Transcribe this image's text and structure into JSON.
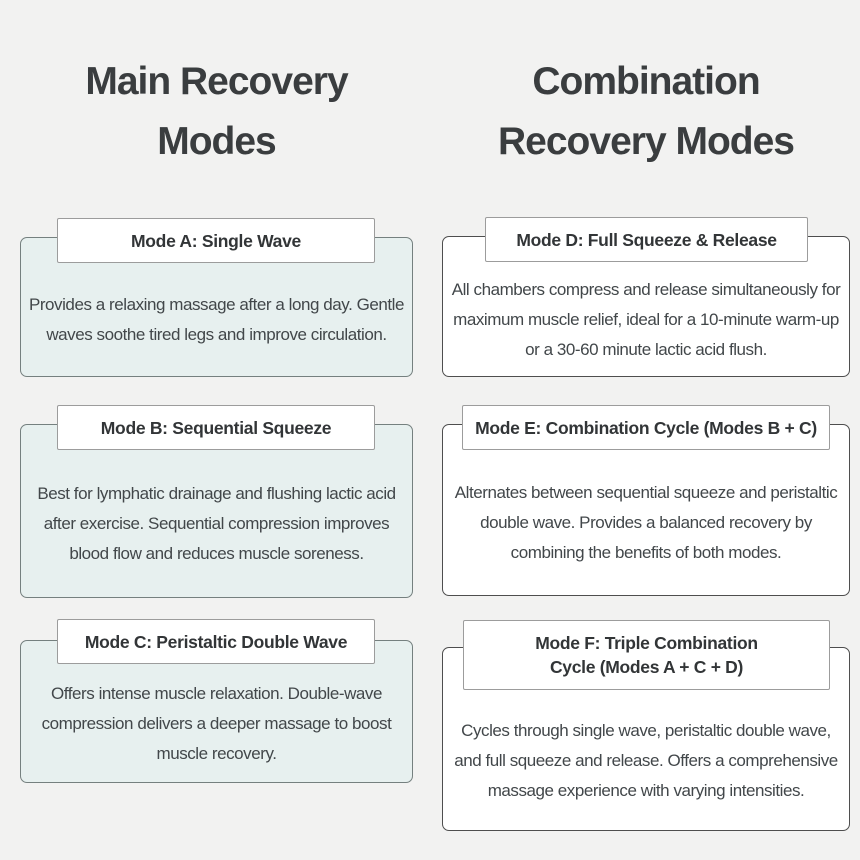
{
  "page": {
    "background": "#f2f2f1",
    "card_fill_left": "#e7f0ef",
    "card_fill_right": "#ffffff",
    "title_color": "#3a3d3f",
    "body_text_color": "#42474a"
  },
  "left_column": {
    "title": "Main Recovery\nModes",
    "cards": [
      {
        "header": "Mode A: Single Wave",
        "body": "Provides a relaxing massage after a long day. Gentle waves soothe tired legs and improve circulation."
      },
      {
        "header": "Mode B: Sequential Squeeze",
        "body": "Best for lymphatic drainage and flushing lactic acid after exercise. Sequential compression improves blood flow and reduces muscle soreness."
      },
      {
        "header": "Mode C: Peristaltic Double Wave",
        "body": "Offers intense muscle relaxation. Double-wave compression delivers a deeper massage to boost muscle recovery."
      }
    ]
  },
  "right_column": {
    "title": "Combination\nRecovery Modes",
    "cards": [
      {
        "header": "Mode D: Full Squeeze & Release",
        "body": "All chambers compress and release simultaneously for maximum muscle relief, ideal for a 10-minute warm-up or a 30-60 minute lactic acid flush."
      },
      {
        "header": "Mode E: Combination Cycle (Modes B + C)",
        "body": "Alternates between sequential squeeze and peristaltic double wave. Provides a balanced recovery by combining the benefits of both modes."
      },
      {
        "header": "Mode F: Triple Combination\nCycle (Modes A + C + D)",
        "body": "Cycles through single wave, peristaltic double wave, and full squeeze and release. Offers a comprehensive massage experience with varying intensities."
      }
    ]
  }
}
